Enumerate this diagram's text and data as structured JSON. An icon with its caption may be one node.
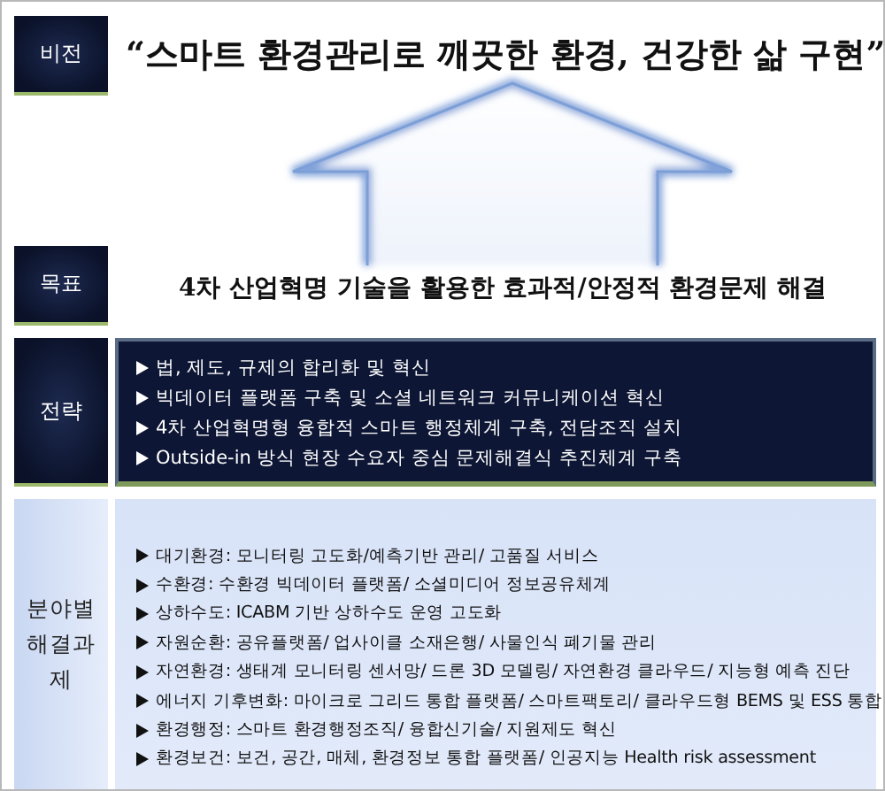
{
  "diagram": {
    "nodes": [
      {
        "text": [
          "비전"
        ]
      },
      {
        "text": [
          "“스마트 환경관리로 깨끗한 환경, 건강한 삶 구현”"
        ]
      },
      {
        "text": [
          "목표"
        ]
      },
      {
        "text": [
          "4차 산업혁명 기술을 활용한 효과적/안정적 환경문제 해결"
        ]
      },
      {
        "text": [
          "전략"
        ]
      },
      {
        "text": [
          "법, 제도, 규제의 합리화 및 혁신",
          "빅데이터 플랫폼 구축 및 소셜 네트워크 커뮤니케이션 혁신",
          "4차 산업혁명형 융합적 스마트 행정체계 구축, 전담조직 설치",
          "Outside-in 방식 현장 수요자 중심 문제해결식 추진체계 구축"
        ]
      },
      {
        "text": [
          "분야별 해결과제"
        ]
      },
      {
        "text": [
          "대기환경: 모니터링 고도화/예측기반 관리/ 고품질 서비스",
          "수환경: 수환경 빅데이터 플랫폼/ 소셜미디어 정보공유체계",
          "상하수도: ICABM 기반 상하수도 운영 고도화",
          "자원순환: 공유플랫폼/ 업사이클 소재은행/ 사물인식 폐기물 관리",
          "자연환경: 생태계 모니터링 센서망/ 드론 3D 모델링/ 자연환경 클라우드/ 지능형 예측 진단",
          "에너지 기후변화: 마이크로 그리드 통합 플랫폼/ 스마트팩토리/ 클라우드형 BEMS 및 ESS 통합",
          "환경행정: 스마트 환경행정조직/ 융합신기술/ 지원제도 혁신",
          "환경보건: 보건, 공간, 매체, 환경정보 통합 플랫폼/ 인공지능 Health risk assessment"
        ]
      }
    ],
    "edges": [
      {
        "from": 3,
        "to": 1,
        "arrow": "to",
        "style": "thick"
      }
    ]
  }
}
